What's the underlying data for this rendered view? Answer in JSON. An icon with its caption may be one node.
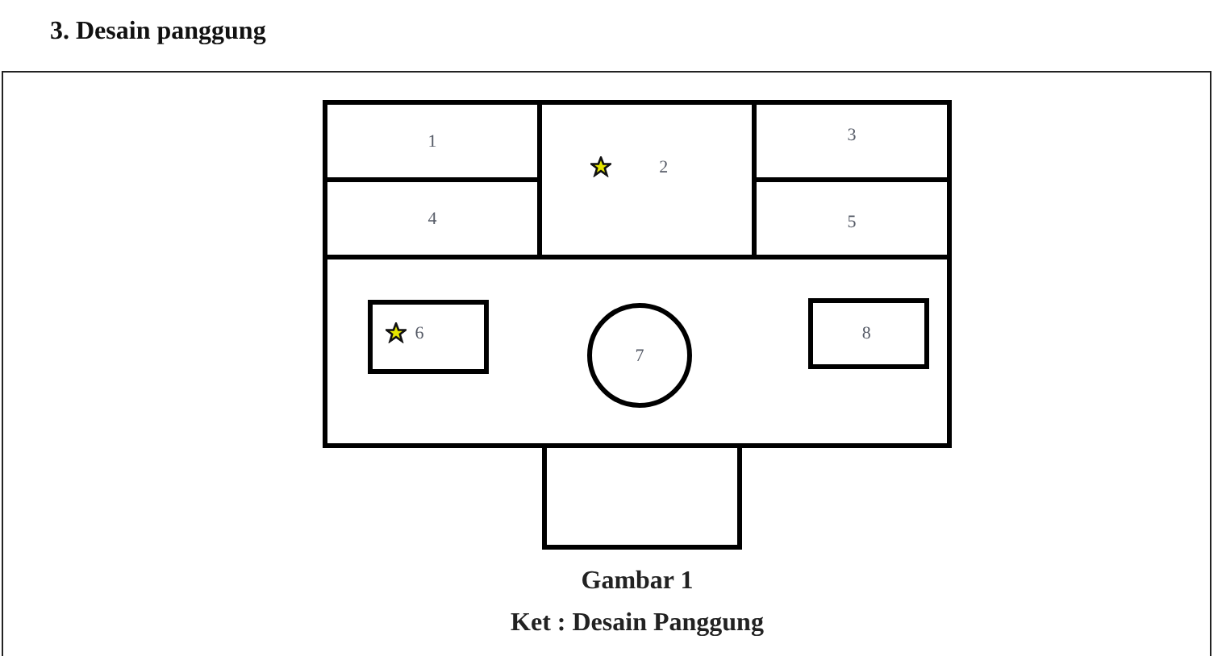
{
  "diagram": {
    "title": "3. Desain panggung",
    "nodes": [
      {
        "text": [
          "1"
        ]
      },
      {
        "text": [
          "2"
        ]
      },
      {
        "text": [
          "3"
        ]
      },
      {
        "text": [
          "4"
        ]
      },
      {
        "text": [
          "5"
        ]
      },
      {
        "text": [],
        "shape": "box"
      },
      {
        "text": [
          "6"
        ],
        "in": 5
      },
      {
        "text": [
          "7"
        ],
        "in": 5
      },
      {
        "text": [
          "8"
        ],
        "in": 5
      },
      {
        "text": [],
        "shape": "box"
      }
    ],
    "labels": [
      "Gambar 1",
      "Ket : Desain Panggung"
    ]
  }
}
